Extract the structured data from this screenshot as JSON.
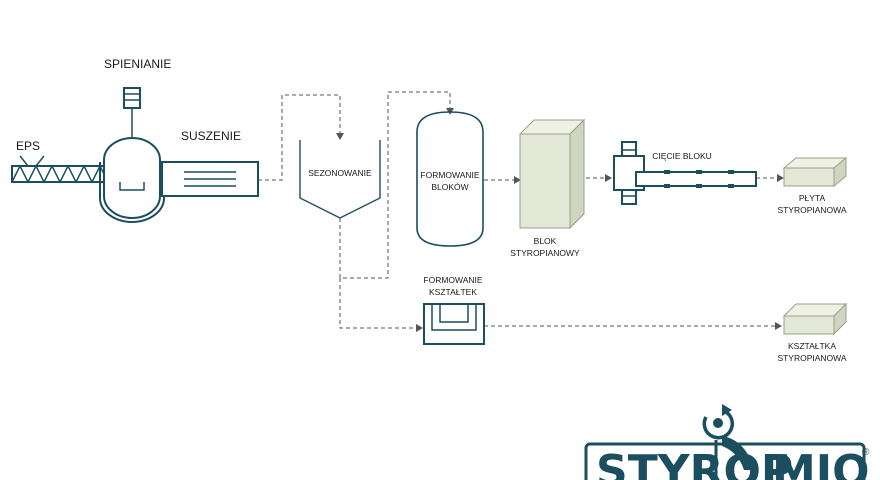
{
  "labels": {
    "eps": "EPS",
    "spienianie": "SPIENIANIE",
    "suszenie": "SUSZENIE",
    "sezonowanie": "SEZONOWANIE",
    "formowanie_blokow_1": "FORMOWANIE",
    "formowanie_blokow_2": "BLOKÓW",
    "blok_1": "BLOK",
    "blok_2": "STYROPIANOWY",
    "ciecie_bloku": "CIĘCIE BLOKU",
    "plyta_1": "PŁYTA",
    "plyta_2": "STYROPIANOWA",
    "formowanie_ksztaltek_1": "FORMOWANIE",
    "formowanie_ksztaltek_2": "KSZTAŁTEK",
    "ksztaltka_1": "KSZTAŁTKA",
    "ksztaltka_2": "STYROPIANOWA"
  },
  "logo": {
    "text": "STYROP",
    "text2": "MIO",
    "registered": "®"
  },
  "colors": {
    "equipment": "#1b4e5e",
    "block": "#e3e8d6",
    "flow": "#555555"
  }
}
